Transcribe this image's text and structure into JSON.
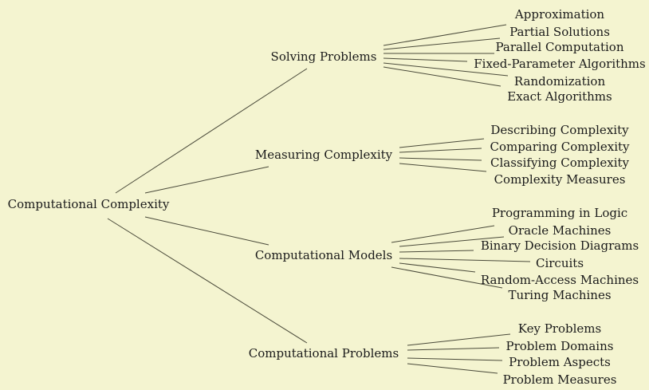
{
  "root": "Computational Complexity",
  "branches": [
    {
      "label": "Solving Problems",
      "children": [
        "Approximation",
        "Partial Solutions",
        "Parallel Computation",
        "Fixed-Parameter Algorithms",
        "Randomization",
        "Exact Algorithms"
      ]
    },
    {
      "label": "Measuring Complexity",
      "children": [
        "Describing Complexity",
        "Comparing Complexity",
        "Classifying Complexity",
        "Complexity Measures"
      ]
    },
    {
      "label": "Computational Models",
      "children": [
        "Programming in Logic",
        "Oracle Machines",
        "Binary Decision Diagrams",
        "Circuits",
        "Random-Access Machines",
        "Turing Machines"
      ]
    },
    {
      "label": "Computational Problems",
      "children": [
        "Key Problems",
        "Problem Domains",
        "Problem Aspects",
        "Problem Measures"
      ]
    }
  ],
  "colors": {
    "background": "#f4f4d0",
    "line": "#4a4a3a",
    "text": "#1a1a1a"
  }
}
